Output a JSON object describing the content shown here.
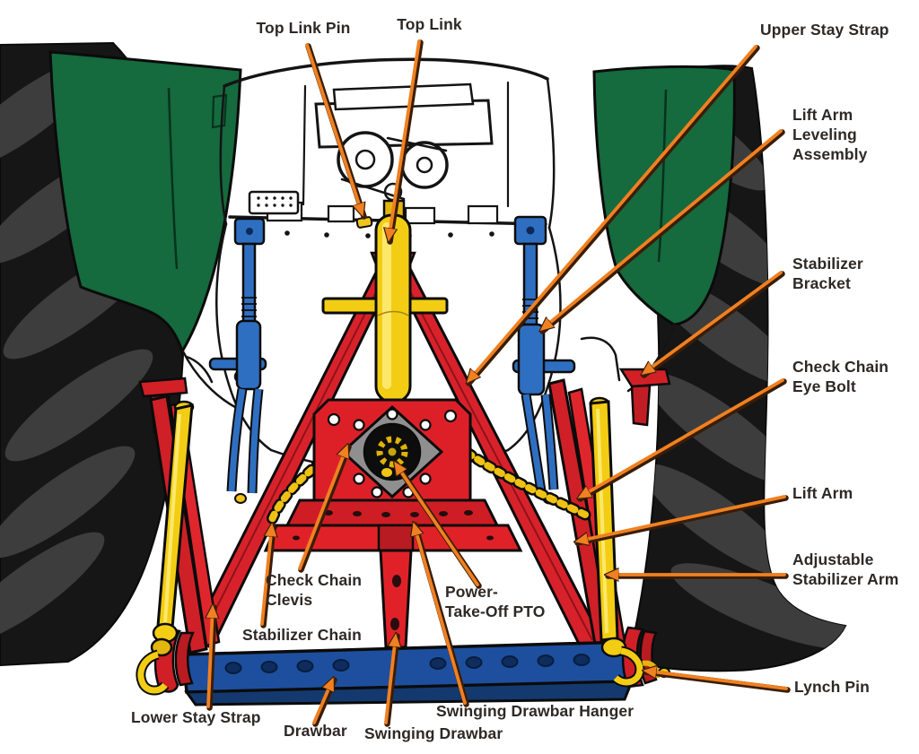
{
  "colors": {
    "arrow_orange": "#f08021",
    "fender_green": "#156a3e",
    "part_red": "#dd2028",
    "leveling_blue": "#2f6fc1",
    "drawbar_blue": "#1d4f9e",
    "part_yellow": "#f2cd13",
    "tire_black": "#181818",
    "label_text": "#2d2926"
  },
  "labels": {
    "top_link_pin": {
      "text": "Top Link Pin"
    },
    "top_link": {
      "text": "Top Link"
    },
    "upper_stay_strap": {
      "text": "Upper Stay Strap"
    },
    "lift_arm_leveling_assembly": {
      "text": "Lift Arm Leveling\nAssembly"
    },
    "stabilizer_bracket": {
      "text": "Stabilizer\nBracket"
    },
    "check_chain_eye_bolt": {
      "text": "Check Chain\nEye Bolt"
    },
    "lift_arm": {
      "text": "Lift Arm"
    },
    "adjustable_stabilizer_arm": {
      "text": "Adjustable\nStabilizer Arm"
    },
    "lynch_pin": {
      "text": "Lynch Pin"
    },
    "check_chain_clevis": {
      "text": "Check Chain\nClevis"
    },
    "stabilizer_chain": {
      "text": "Stabilizer Chain"
    },
    "lower_stay_strap": {
      "text": "Lower Stay Strap"
    },
    "drawbar": {
      "text": "Drawbar"
    },
    "swinging_drawbar": {
      "text": "Swinging Drawbar"
    },
    "swinging_drawbar_hanger": {
      "text": "Swinging Drawbar Hanger"
    },
    "power_take_off": {
      "text": "Power-\nTake-Off PTO"
    }
  }
}
